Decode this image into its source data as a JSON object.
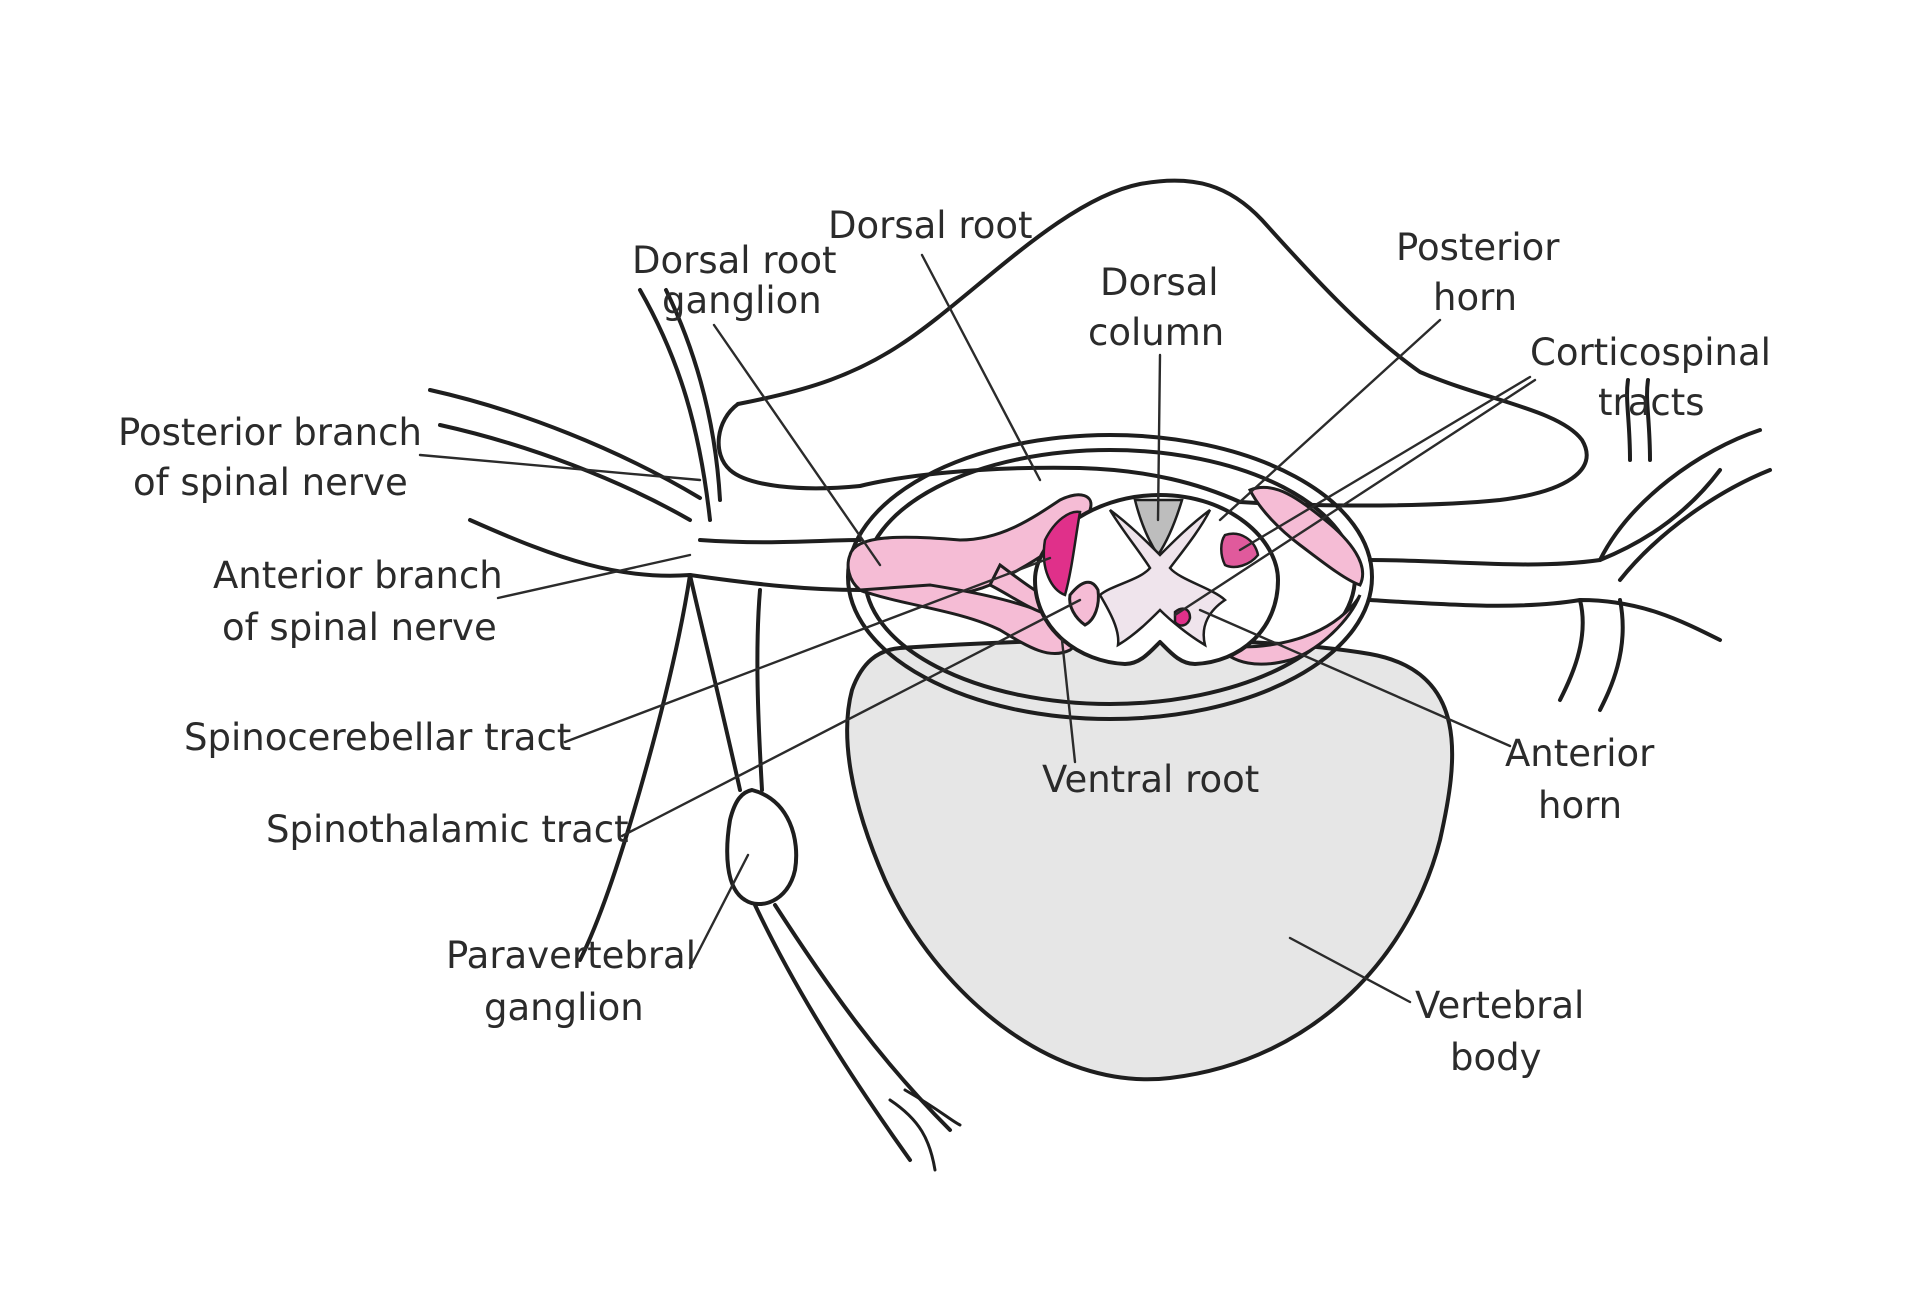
{
  "labels": {
    "dorsal_root": "Dorsal root",
    "drg_line1": "Dorsal root",
    "drg_line2": "ganglion",
    "dorsal_column_line1": "Dorsal",
    "dorsal_column_line2": "column",
    "posterior_horn_line1": "Posterior",
    "posterior_horn_line2": "horn",
    "corticospinal_line1": "Corticospinal",
    "corticospinal_line2": "tracts",
    "posterior_branch_line1": "Posterior branch",
    "posterior_branch_line2": "of spinal nerve",
    "anterior_branch_line1": "Anterior branch",
    "anterior_branch_line2": "of spinal nerve",
    "spinocerebellar": "Spinocerebellar tract",
    "spinothalamic": "Spinothalamic tract",
    "paravertebral_line1": "Paravertebral",
    "paravertebral_line2": "ganglion",
    "ventral_root": "Ventral root",
    "anterior_horn_line1": "Anterior",
    "anterior_horn_line2": "horn",
    "vertebral_body_line1": "Vertebral",
    "vertebral_body_line2": "body"
  },
  "colors": {
    "tract_pink": "#f5bcd5",
    "tract_magenta": "#e0308a",
    "bone_grey": "#e6e6e6",
    "gray_matter": "#efe4ec"
  }
}
